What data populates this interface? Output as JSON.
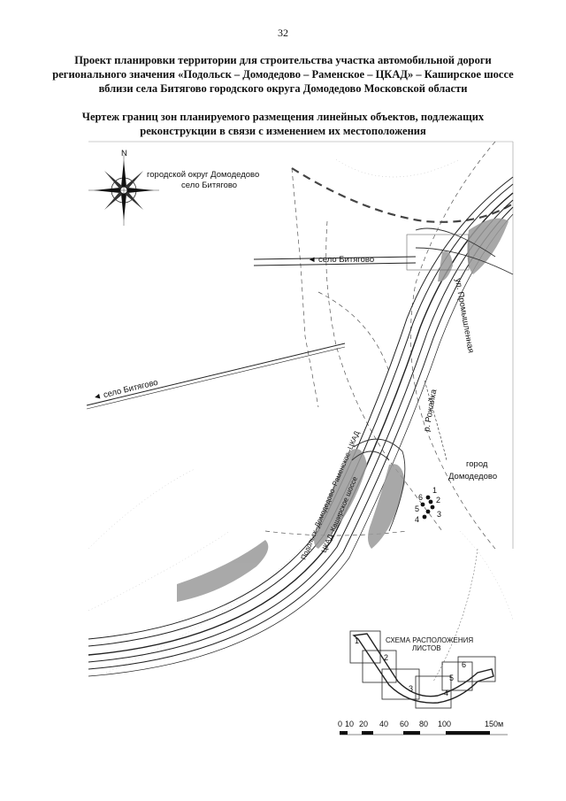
{
  "page_number": "32",
  "title": "Проект планировки территории для строительства участка автомобильной дороги регионального значения «Подольск – Домодедово – Раменское – ЦКАД» – Каширское шоссе вблизи села Битягово городского округа Домодедово Московской области",
  "subtitle": "Чертеж границ зон планируемого размещения линейных объектов, подлежащих реконструкции в связи с изменением их местоположения",
  "compass": {
    "north_label": "N"
  },
  "labels": {
    "district_line1": "городской округ Домодедово",
    "district_line2": "село Битягово",
    "road_to_village_top": "◄ село Битягово",
    "road_to_village_left": "◄ село Битягово",
    "street": "ул. Промышленная",
    "river": "р. Рожайка",
    "city_line1": "город",
    "city_line2": "Домодедово",
    "highway_main": "Подольск–Домодедово–Раменское–ЦКАД",
    "highway_secondary": "ЦКАД–Каширское шоссе"
  },
  "point_labels": [
    "1",
    "2",
    "3",
    "4",
    "5",
    "6"
  ],
  "inset": {
    "title_line1": "СХЕМА РАСПОЛОЖЕНИЯ",
    "title_line2": "ЛИСТОВ",
    "sheets": [
      "1",
      "2",
      "3",
      "4",
      "5",
      "6"
    ]
  },
  "scale_bar": {
    "ticks": [
      "0",
      "10",
      "20",
      "40",
      "60",
      "80",
      "100",
      "150м"
    ]
  }
}
